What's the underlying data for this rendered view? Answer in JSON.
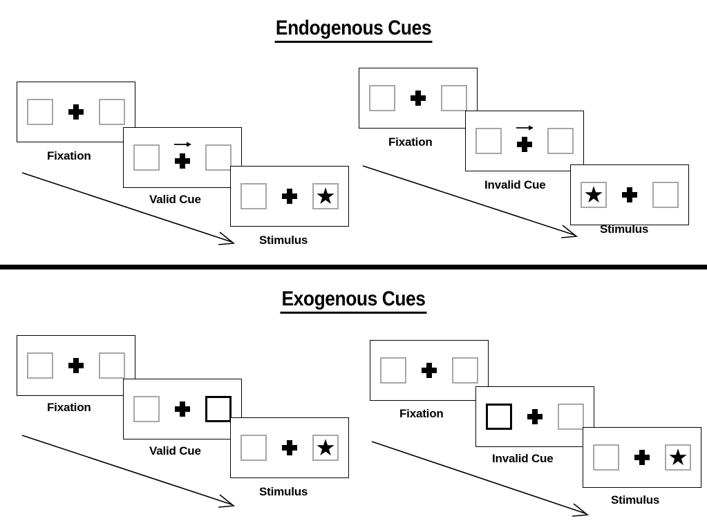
{
  "figure": {
    "sections": [
      {
        "id": "endogenous",
        "title": "Endogenous Cues",
        "columns": [
          {
            "id": "endogenous-valid",
            "frames": [
              {
                "label": "Fixation",
                "left_content": "empty",
                "right_content": "empty",
                "cue": "none",
                "cued_side": "none"
              },
              {
                "label": "Valid Cue",
                "left_content": "empty",
                "right_content": "empty",
                "cue": "arrow-right",
                "cued_side": "right"
              },
              {
                "label": "Stimulus",
                "left_content": "empty",
                "right_content": "star",
                "cue": "none",
                "cued_side": "none"
              }
            ]
          },
          {
            "id": "endogenous-invalid",
            "frames": [
              {
                "label": "Fixation",
                "left_content": "empty",
                "right_content": "empty",
                "cue": "none",
                "cued_side": "none"
              },
              {
                "label": "Invalid Cue",
                "left_content": "empty",
                "right_content": "empty",
                "cue": "arrow-right",
                "cued_side": "right"
              },
              {
                "label": "Stimulus",
                "left_content": "star",
                "right_content": "empty",
                "cue": "none",
                "cued_side": "none"
              }
            ]
          }
        ]
      },
      {
        "id": "exogenous",
        "title": "Exogenous Cues",
        "columns": [
          {
            "id": "exogenous-valid",
            "frames": [
              {
                "label": "Fixation",
                "left_content": "empty",
                "right_content": "empty",
                "cue": "none",
                "cued_side": "none"
              },
              {
                "label": "Valid Cue",
                "left_content": "empty",
                "right_content": "empty",
                "cue": "box-flash",
                "cued_side": "right"
              },
              {
                "label": "Stimulus",
                "left_content": "empty",
                "right_content": "star",
                "cue": "none",
                "cued_side": "none"
              }
            ]
          },
          {
            "id": "exogenous-invalid",
            "frames": [
              {
                "label": "Fixation",
                "left_content": "empty",
                "right_content": "empty",
                "cue": "none",
                "cued_side": "none"
              },
              {
                "label": "Invalid Cue",
                "left_content": "empty",
                "right_content": "empty",
                "cue": "box-flash",
                "cued_side": "left"
              },
              {
                "label": "Stimulus",
                "left_content": "empty",
                "right_content": "star",
                "cue": "none",
                "cued_side": "none"
              }
            ]
          }
        ]
      }
    ],
    "glyphs": {
      "star": "★",
      "plus": "➕",
      "arrow_right": "→"
    },
    "colors": {
      "ink": "#000000",
      "slot_border": "#a6a6a6",
      "cued_border": "#000000",
      "background": "#ffffff"
    },
    "labels": {
      "fixation": "Fixation",
      "valid_cue": "Valid Cue",
      "invalid_cue": "Invalid Cue",
      "stimulus": "Stimulus"
    }
  }
}
